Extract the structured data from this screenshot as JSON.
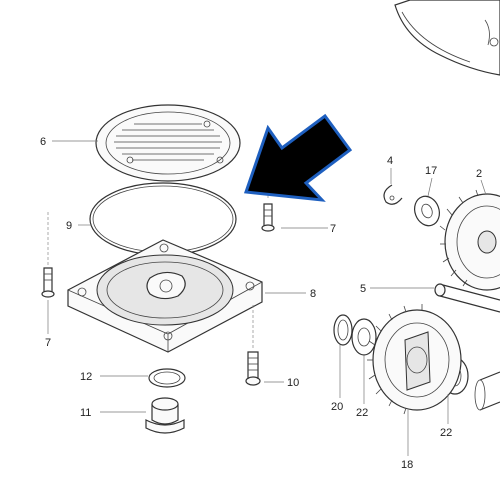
{
  "callouts": {
    "c6": "6",
    "c9": "9",
    "c7a": "7",
    "c7b": "7",
    "c8": "8",
    "c12": "12",
    "c11": "11",
    "c10": "10",
    "c4": "4",
    "c17": "17",
    "c2": "2",
    "c5": "5",
    "c20": "20",
    "c22a": "22",
    "c22b": "22",
    "c18": "18"
  },
  "colors": {
    "arrow_fill": "#000000",
    "arrow_outline": "#1e5fbf",
    "line": "#333333"
  },
  "icons": {
    "highlight": "pointer-arrow-icon"
  }
}
